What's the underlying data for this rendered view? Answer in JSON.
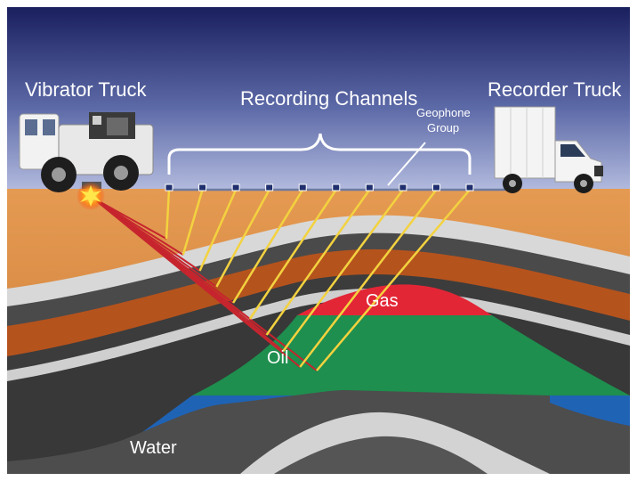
{
  "labels": {
    "vibrator_truck": "Vibrator Truck",
    "recording_channels": "Recording Channels",
    "recorder_truck": "Recorder Truck",
    "geophone_group_line1": "Geophone",
    "geophone_group_line2": "Group",
    "gas": "Gas",
    "oil": "Oil",
    "water": "Water"
  },
  "colors": {
    "sky_top": "#1a1f5e",
    "sky_bottom": "#a7b0d8",
    "ground": "#d98c45",
    "gas": "#e32636",
    "oil": "#1e8f4e",
    "water": "#1f63b5",
    "ray_down": "#c6252e",
    "ray_up": "#f3d23f"
  },
  "geophone_count": 10
}
